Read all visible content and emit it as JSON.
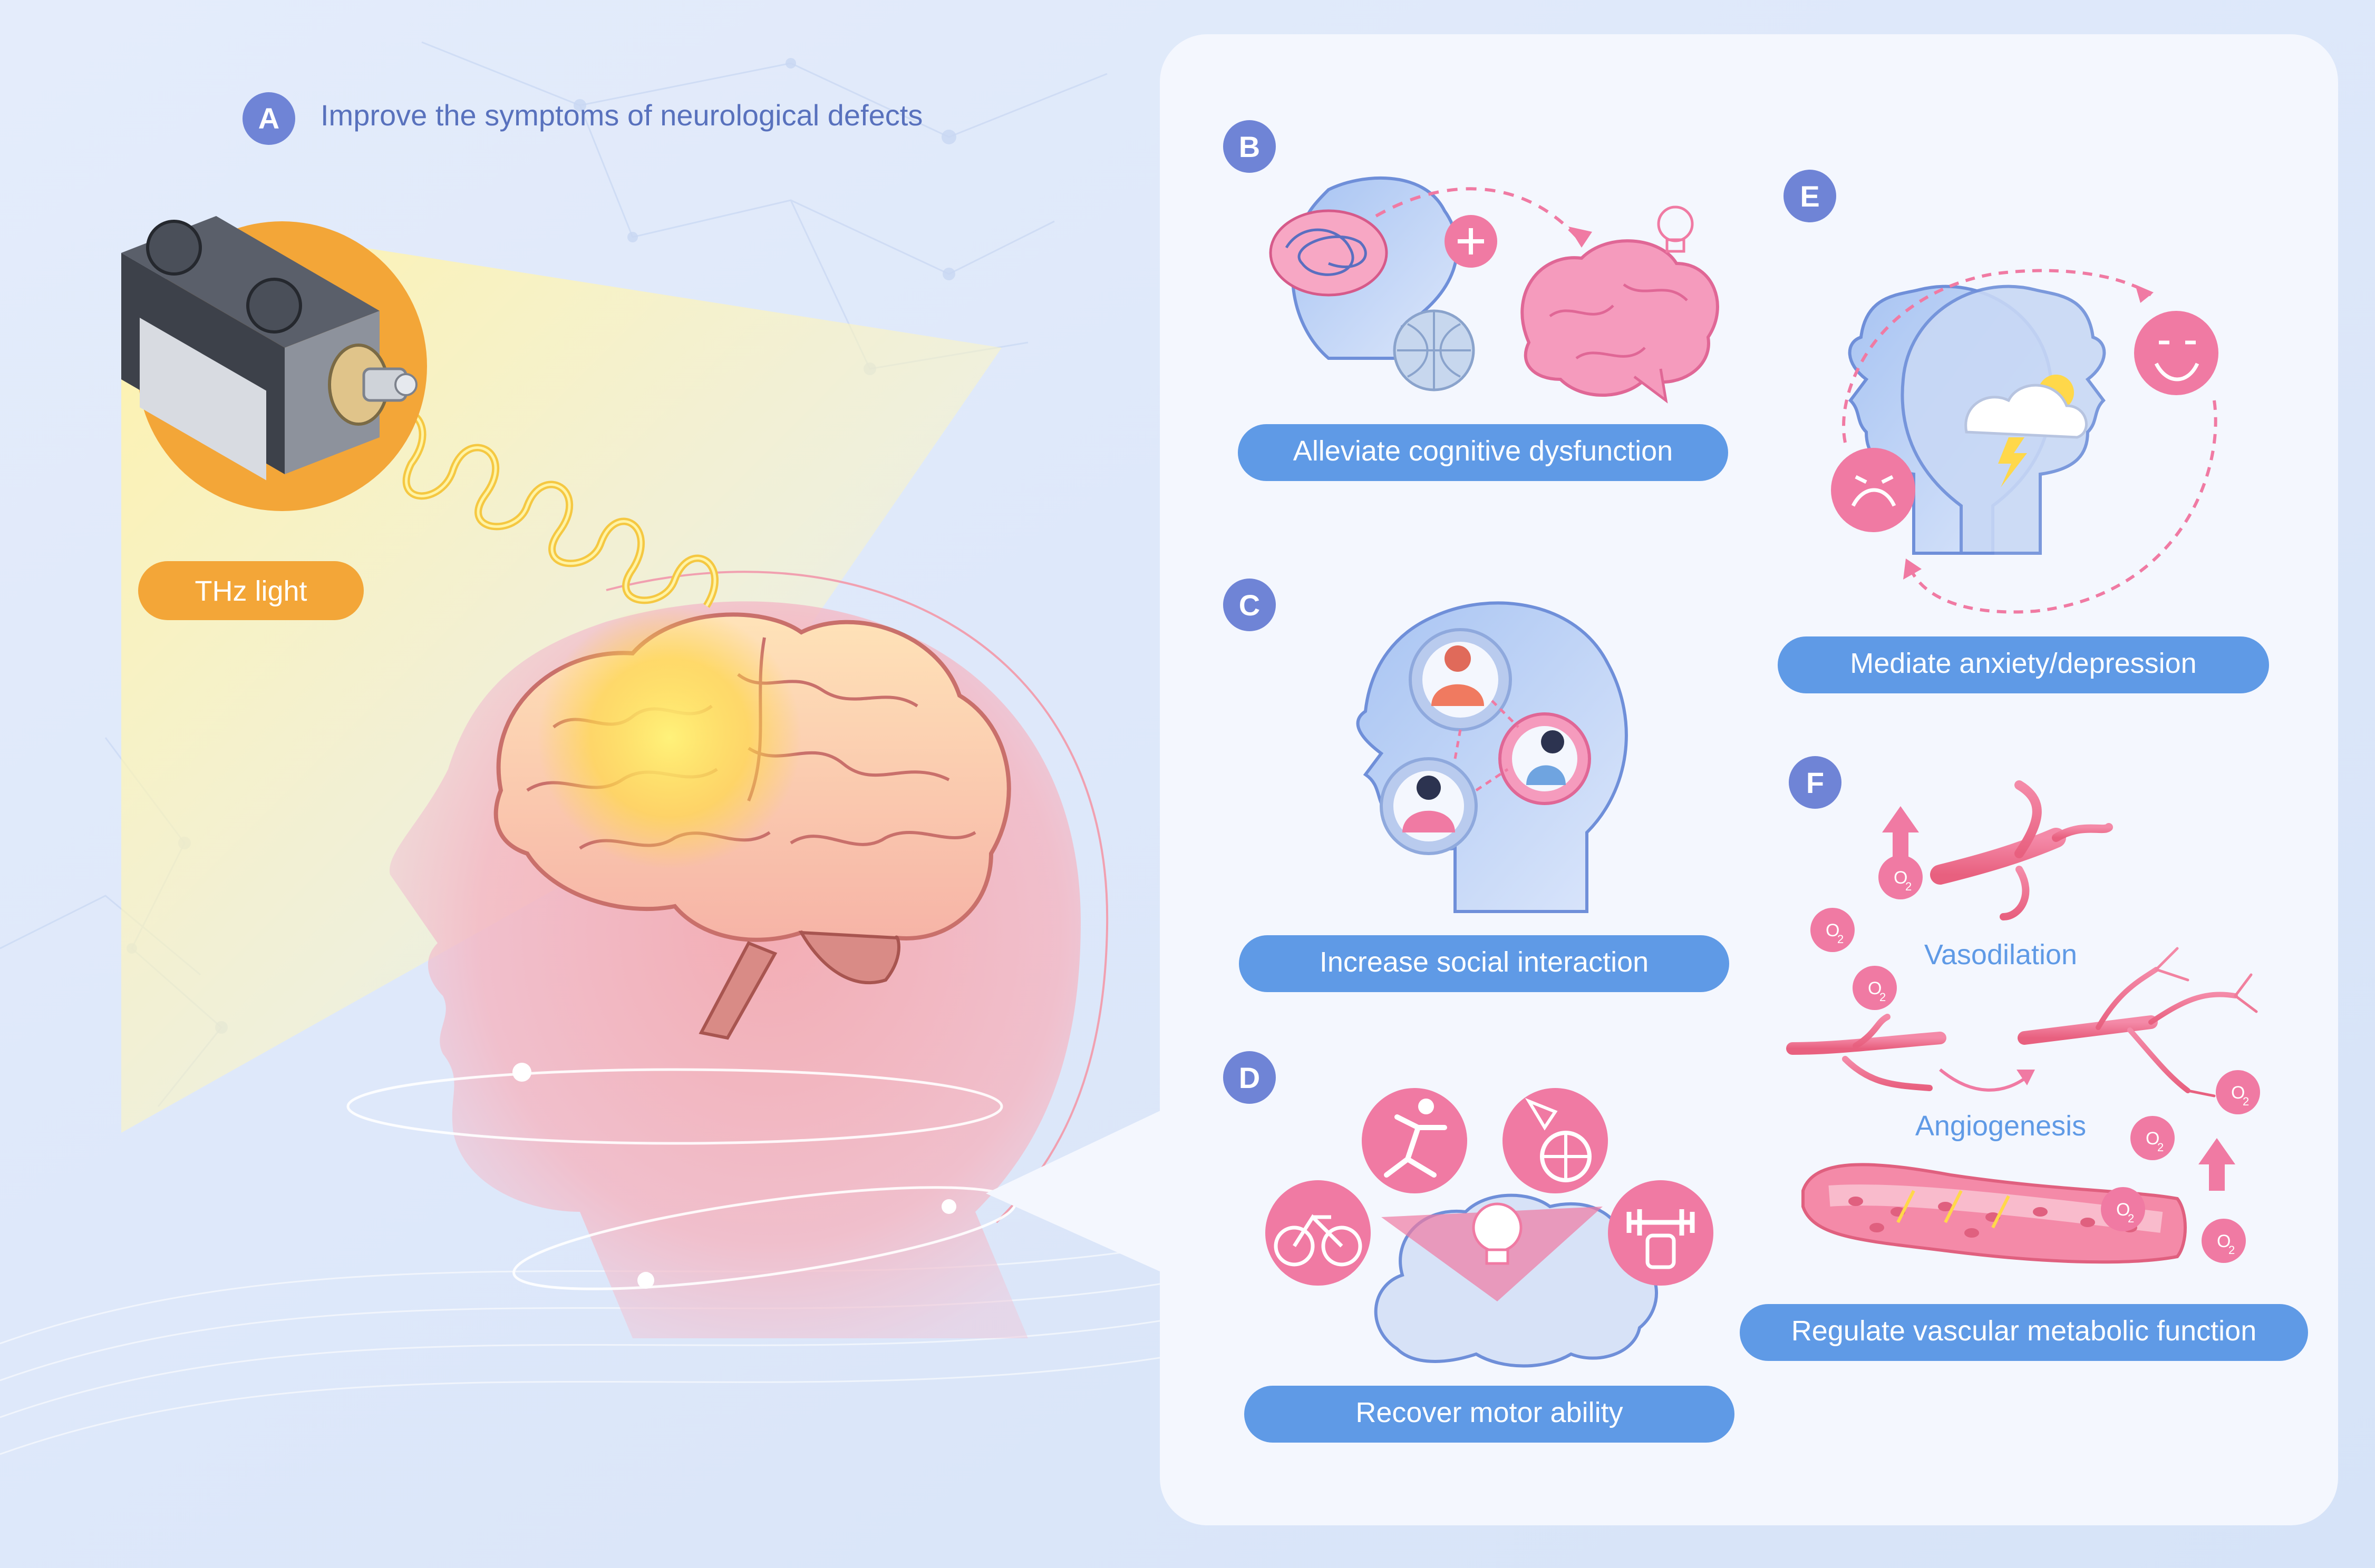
{
  "panel_a": {
    "letter": "A",
    "title": "Improve the symptoms of neurological defects",
    "device_label": "THz light"
  },
  "panel_b": {
    "letter": "B",
    "label": "Alleviate cognitive dysfunction"
  },
  "panel_c": {
    "letter": "C",
    "label": "Increase social interaction"
  },
  "panel_d": {
    "letter": "D",
    "label": "Recover motor ability"
  },
  "panel_e": {
    "letter": "E",
    "label": "Mediate anxiety/depression"
  },
  "panel_f": {
    "letter": "F",
    "vasodilation": "Vasodilation",
    "angiogenesis": "Angiogenesis",
    "label": "Regulate vascular metabolic function",
    "oxygen": "O",
    "oxygen_sub": "2"
  },
  "colors": {
    "background": "#dde8fa",
    "badge": "#6f84d6",
    "pill_blue": "#5f9ae6",
    "pill_orange": "#f3a638",
    "pink": "#f07aa3",
    "brain_glow": "#ffd84a",
    "panel": "#f4f7fe"
  }
}
